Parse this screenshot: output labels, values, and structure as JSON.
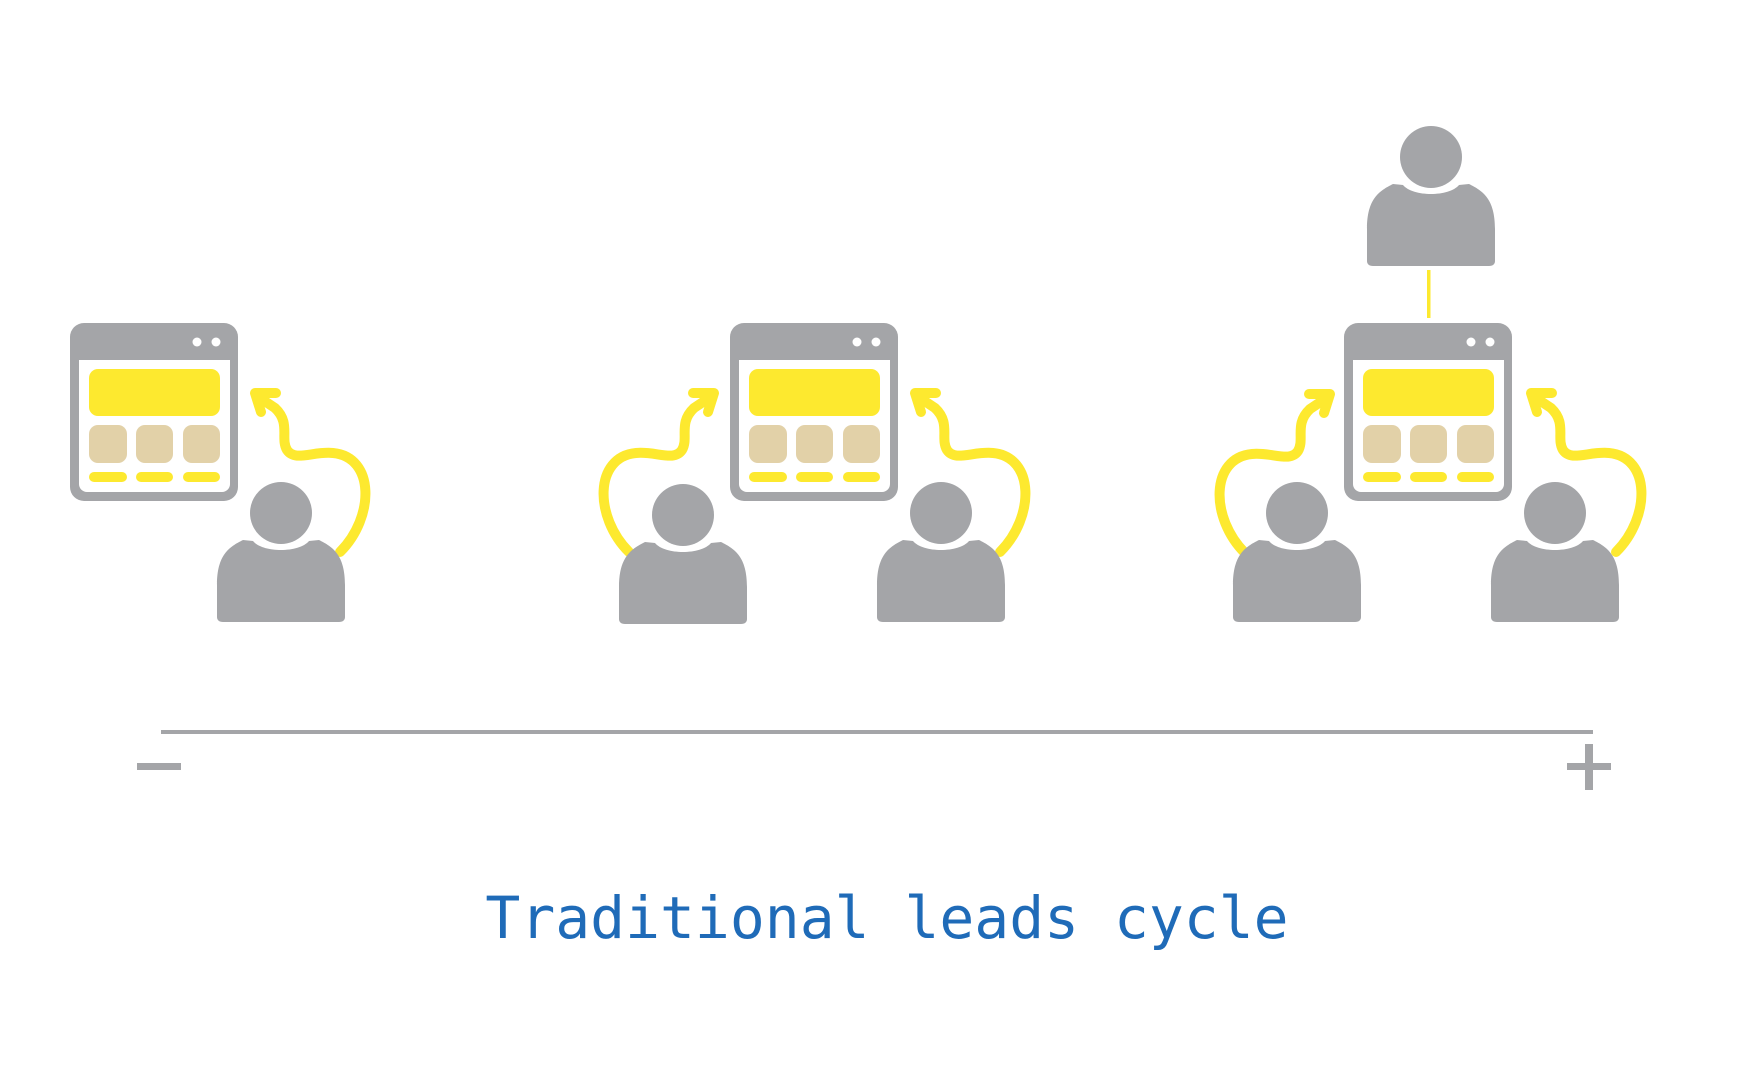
{
  "title": "Traditional leads cycle",
  "scale": {
    "min_label": "−",
    "max_label": "+"
  },
  "colors": {
    "icon_gray": "#a4a5a8",
    "accent_yellow": "#fde92f",
    "tile_tan": "#e2d1a8",
    "title_blue": "#1f6bb8",
    "background": "#ffffff"
  },
  "stages": [
    {
      "name": "stage-1",
      "people_count": 1,
      "pages": 1,
      "supervisor": false
    },
    {
      "name": "stage-2",
      "people_count": 2,
      "pages": 1,
      "supervisor": false
    },
    {
      "name": "stage-3",
      "people_count": 2,
      "pages": 1,
      "supervisor": true
    }
  ]
}
